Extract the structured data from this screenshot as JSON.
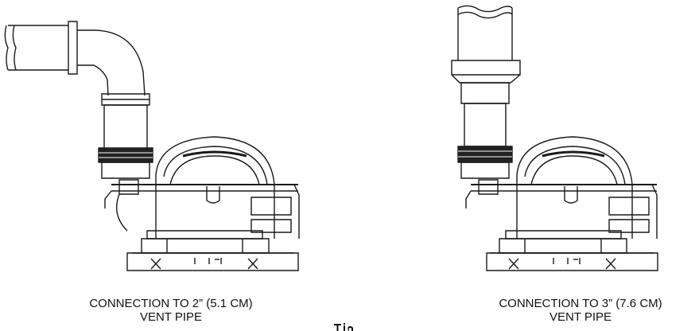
{
  "left_figure": {
    "caption_line1": "CONNECTION TO 2” (5.1 CM)",
    "caption_line2": "VENT PIPE"
  },
  "right_figure": {
    "caption_line1": "CONNECTION TO 3” (7.6 CM)",
    "caption_line2": "VENT PIPE"
  },
  "colors": {
    "line": "#1a1a1a",
    "background": "#ffffff",
    "dark_band": "#222222"
  }
}
